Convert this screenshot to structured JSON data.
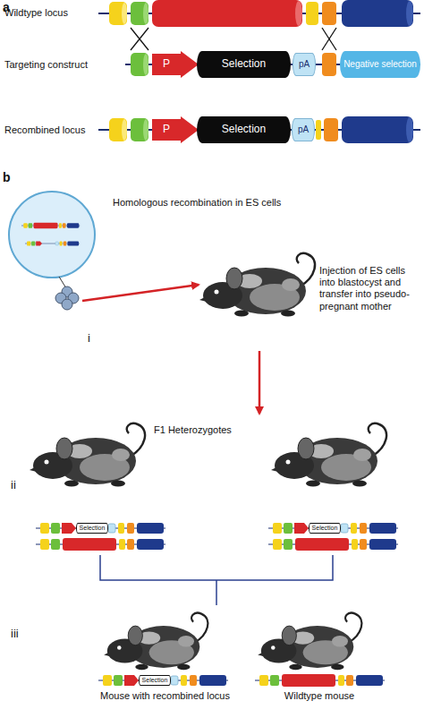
{
  "diagram": {
    "nodes": [
      {
        "text": [
          "P"
        ]
      },
      {
        "text": [
          "Selection"
        ]
      },
      {
        "text": [
          "pA"
        ]
      },
      {
        "text": [
          "Negative selection"
        ]
      },
      {
        "text": [
          "P"
        ]
      },
      {
        "text": [
          "Selection"
        ]
      },
      {
        "text": [
          "pA"
        ]
      },
      {
        "text": [
          "Selection"
        ]
      },
      {
        "text": [
          "Selection"
        ]
      },
      {
        "text": [
          "Selection"
        ]
      }
    ],
    "labels": [
      "a",
      "Wildtype locus",
      "Targeting construct",
      "Recombined locus",
      "b",
      "Homologous recombination in ES cells",
      "i",
      "Injection of ES cells into blastocyst and transfer into pseudo-pregnant mother",
      "F1 Heterozygotes",
      "ii",
      "iii",
      "Mouse with recombined locus",
      "Wildtype mouse"
    ]
  }
}
